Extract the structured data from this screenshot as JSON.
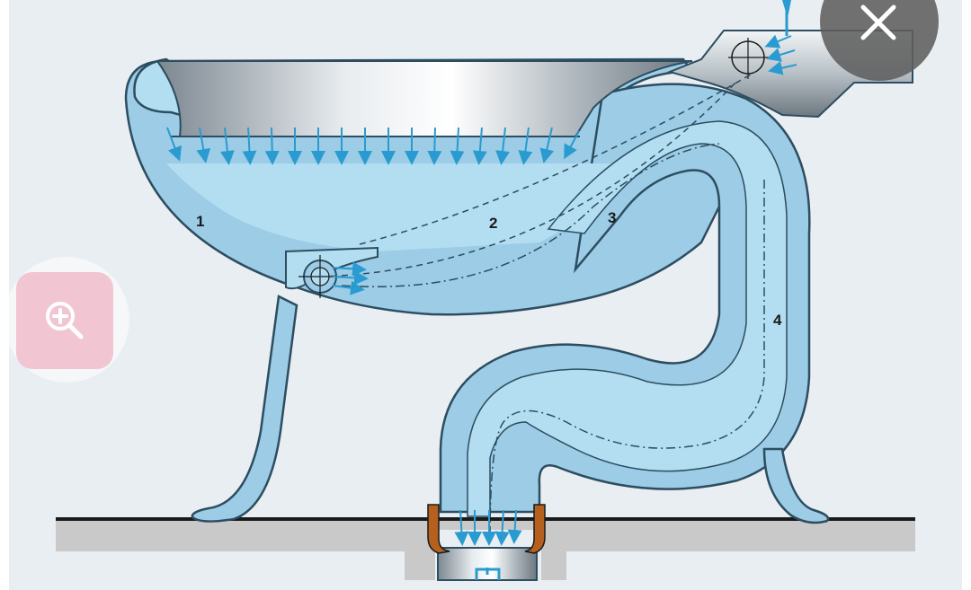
{
  "diagram": {
    "labels": {
      "l1": "1",
      "l2": "2",
      "l3": "3",
      "l4": "4"
    }
  },
  "controls": {
    "close_icon": "close-icon",
    "zoom_icon": "zoom-in-icon"
  },
  "colors": {
    "background": "#e8eef2",
    "water": "#b3def1",
    "porcelain": "#9ccce6",
    "outline": "#2d4d60",
    "arrow": "#2a9bd0",
    "floor": "#c9c9c9",
    "flange": "#b5601e"
  }
}
